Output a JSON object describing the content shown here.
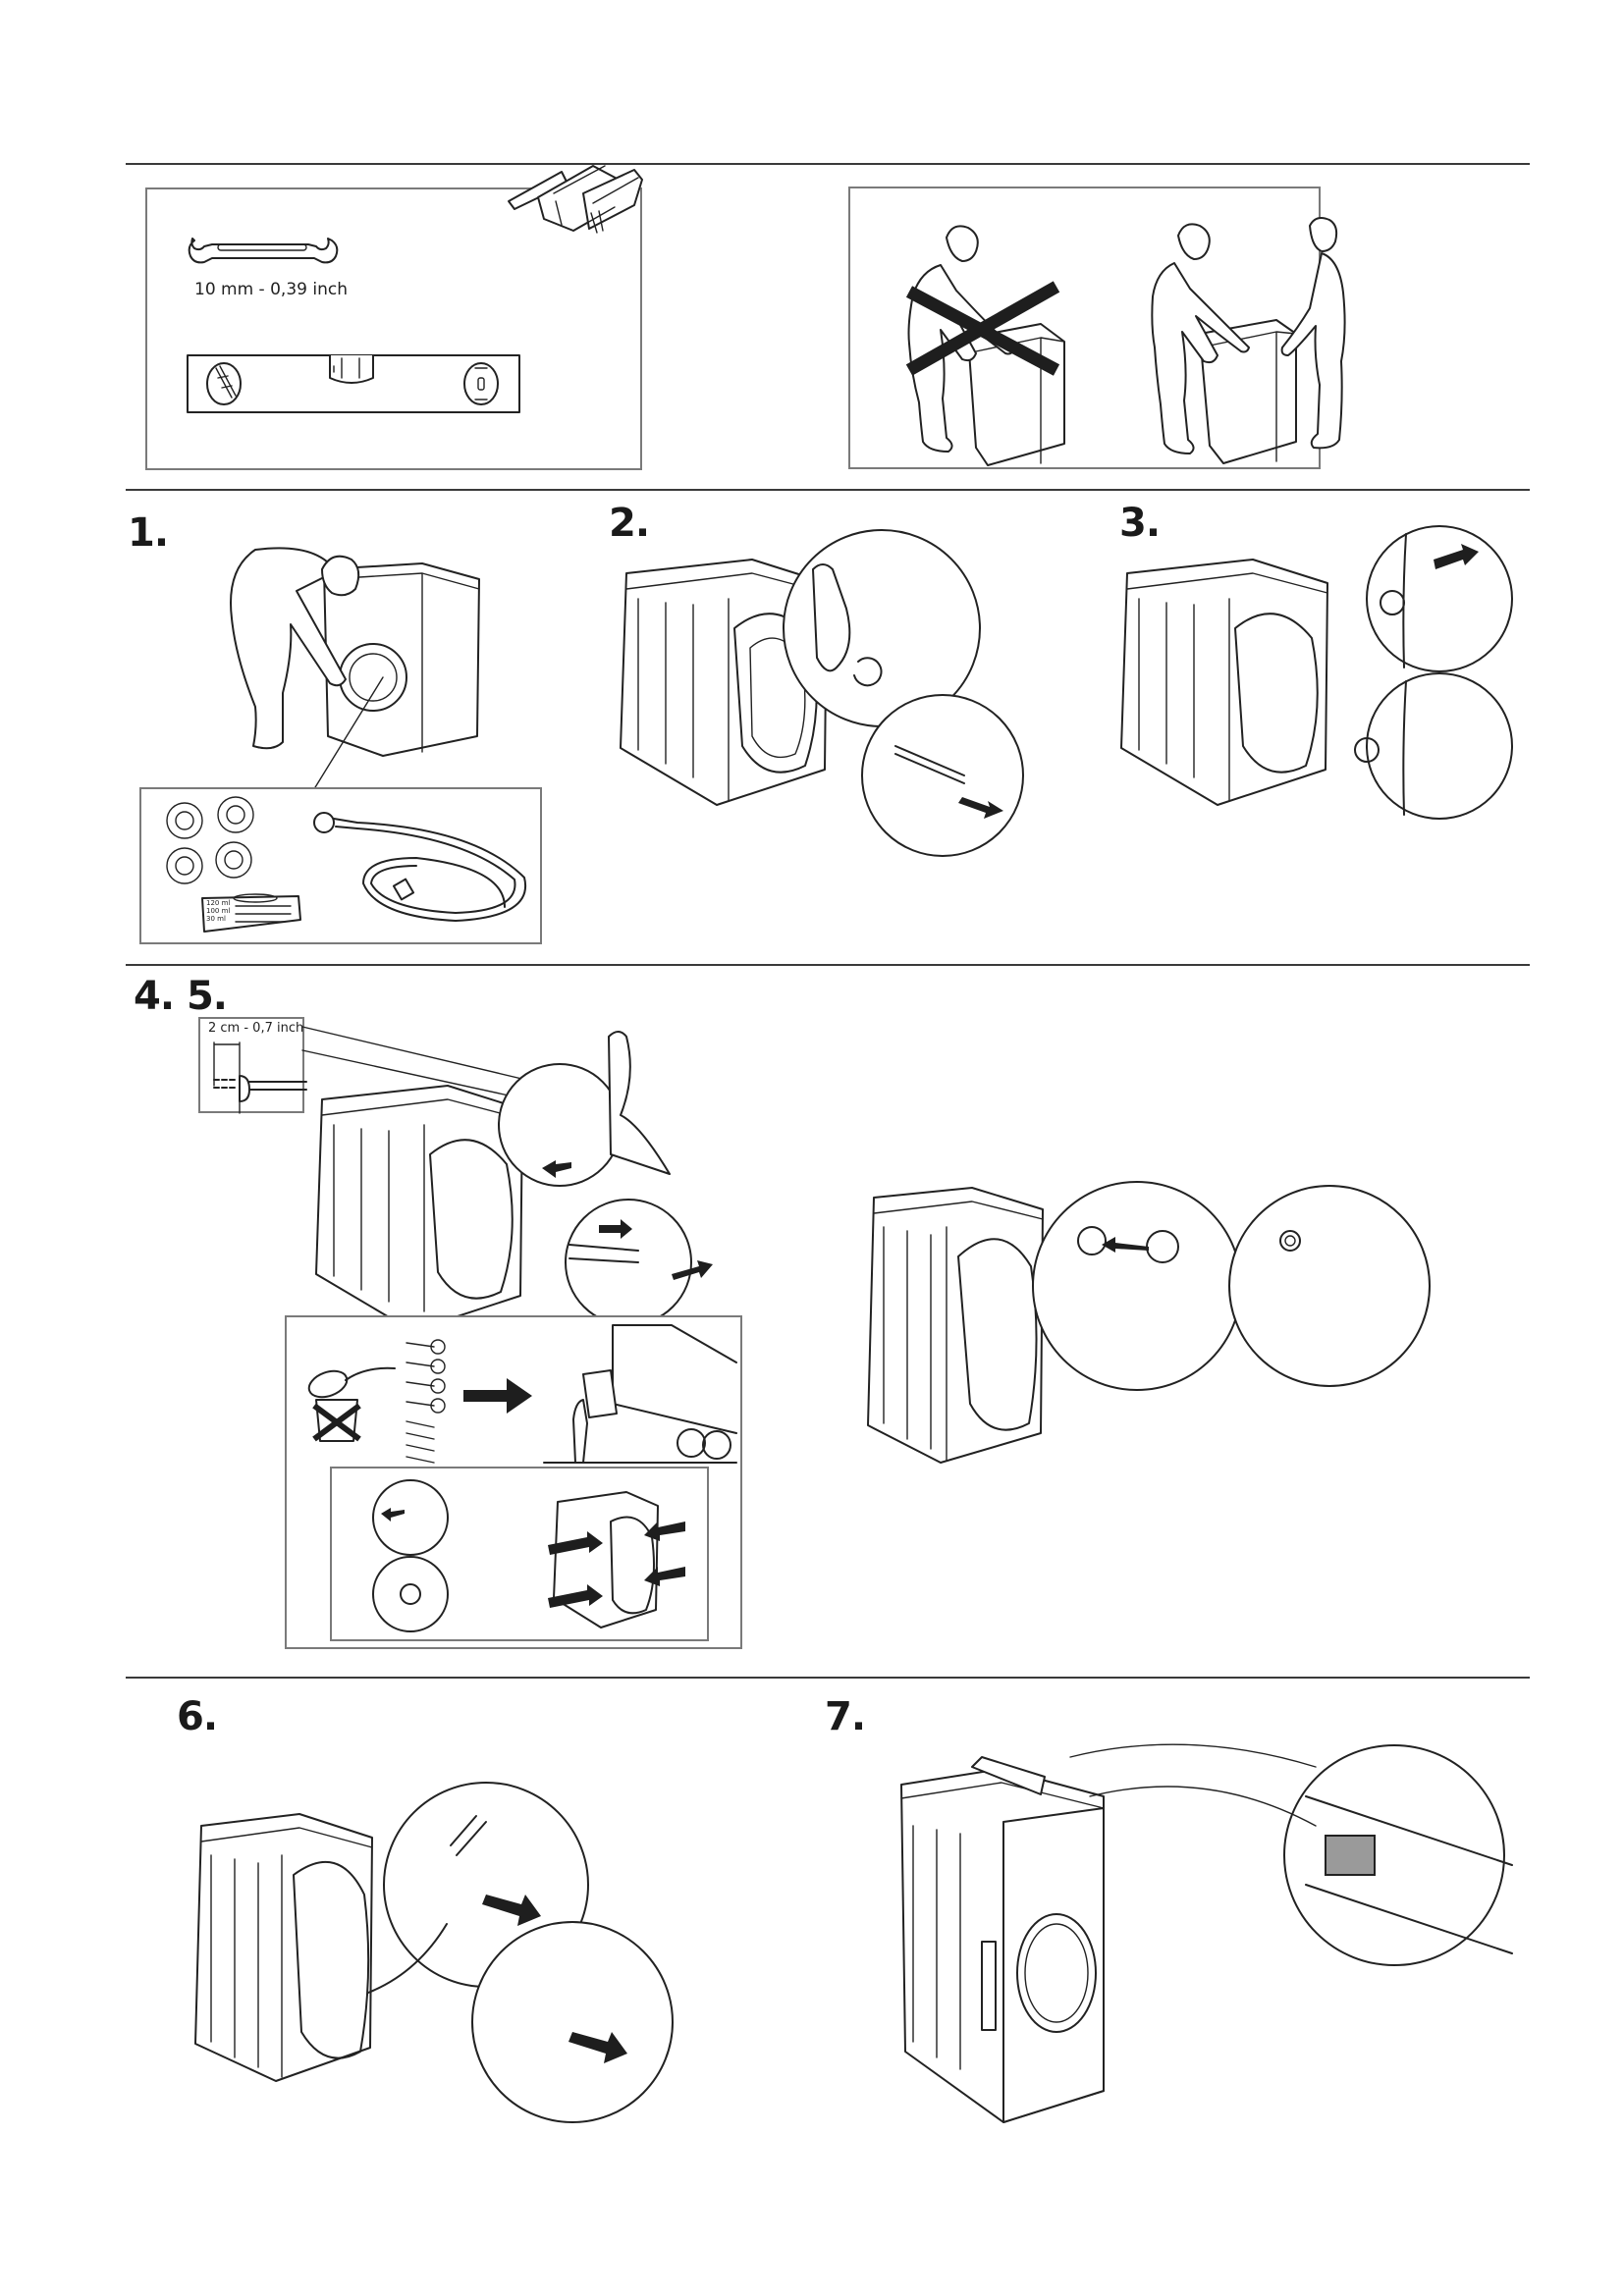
{
  "document": {
    "type": "washing machine installation guide",
    "colors": {
      "ink": "#1a1a1a",
      "rule": "#3a3a3a",
      "panel_border": "#7a7a7a",
      "background": "#ffffff"
    }
  },
  "tools_panel": {
    "wrench_label": "10 mm - 0,39 inch",
    "items": [
      "wrench-icon",
      "toolbox-icon",
      "spirit-level-icon"
    ]
  },
  "lifting_panel": {
    "items": [
      "one-person-lift-prohibited",
      "two-person-lift-correct"
    ]
  },
  "steps": [
    {
      "number": "1.",
      "illustration": "unpack-accessories",
      "accessories": [
        "foot-caps",
        "inlet-hose",
        "label-sheet"
      ],
      "label_sheet_lines": [
        "120 ml",
        "100 ml",
        "30 ml"
      ]
    },
    {
      "number": "2.",
      "illustration": "loosen-transit-bolts"
    },
    {
      "number": "3.",
      "illustration": "remove-hose-clips"
    },
    {
      "number": "4. 5.",
      "illustration": "remove-bolts-insert-caps",
      "dimension_label": "2 cm - 0,7 inch"
    },
    {
      "number": "6.",
      "illustration": "release-hoses"
    },
    {
      "number": "7.",
      "illustration": "level-machine"
    }
  ]
}
